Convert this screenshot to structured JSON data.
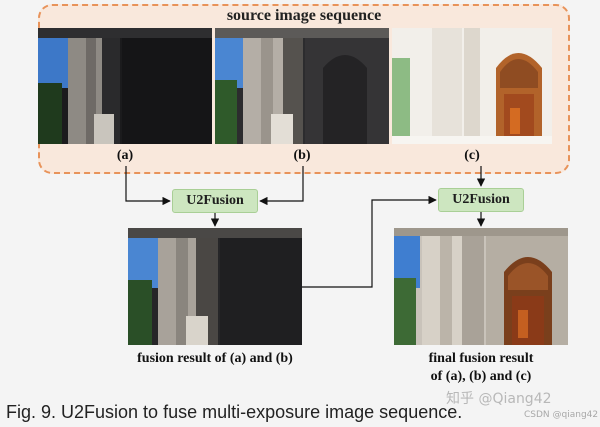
{
  "group": {
    "title": "source image sequence"
  },
  "inputs": [
    {
      "label": "(a)",
      "exposure": "dark"
    },
    {
      "label": "(b)",
      "exposure": "medium"
    },
    {
      "label": "(c)",
      "exposure": "bright"
    }
  ],
  "nodes": {
    "fusion1": "U2Fusion",
    "fusion2": "U2Fusion"
  },
  "results": {
    "intermediate_label": "fusion result of (a) and (b)",
    "final_label_line1": "final fusion result",
    "final_label_line2": "of (a), (b) and (c)"
  },
  "caption": "Fig. 9. U2Fusion to fuse multi-exposure image sequence.",
  "watermark": {
    "main": "知乎 @Qiang42",
    "sub": "CSDN @qiang42"
  },
  "colors": {
    "group_border": "#e8935a",
    "group_fill": "#f9e8dc",
    "node_fill": "#cde6c0",
    "arrow": "#111111"
  }
}
